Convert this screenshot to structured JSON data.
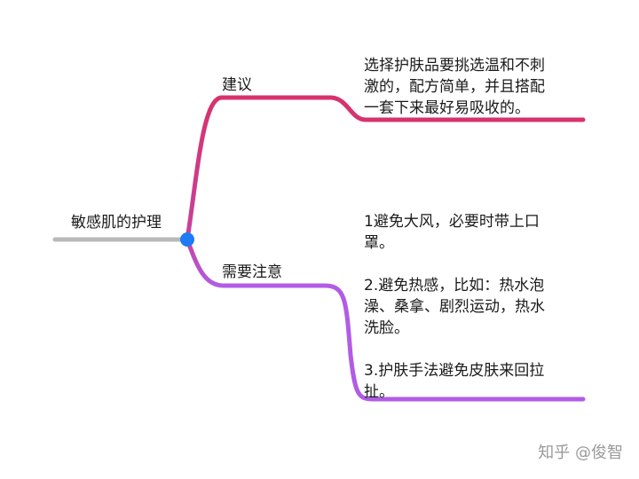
{
  "mindmap": {
    "root": {
      "label": "敏感肌的护理"
    },
    "branches": [
      {
        "label": "建议",
        "color": "#d6336c",
        "note": "选择护肤品要挑选温和不刺\n激的，配方简单，并且搭配\n一套下来最好易吸收的。"
      },
      {
        "label": "需要注意",
        "color": "#b25ce6",
        "note": "1避免大风，必要时带上口\n罩。\n\n2.避免热感，比如：热水泡\n澡、桑拿、剧烈运动，热水\n洗脸。\n\n3.护肤手法避免皮肤来回拉\n扯。"
      }
    ],
    "root_line_color": "#b9b9b9",
    "node_color": "#1e7bf5",
    "gradient_color": "#c6429f"
  },
  "watermark": "知乎 @俊智"
}
